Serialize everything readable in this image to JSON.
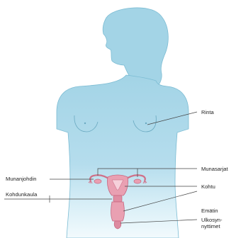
{
  "labels": {
    "breast": "Rinta",
    "ovaries": "Munasarjat",
    "fallopian_tube": "Munanjohdin",
    "uterus": "Kohtu",
    "cervix": "Kohdunkaula",
    "vagina": "Emätin",
    "external_genitalia_line1": "Ulkosyn-",
    "external_genitalia_line2": "nyttimet"
  },
  "colors": {
    "body_fill": "#a9d8e8",
    "body_fill_light": "#e8f5fa",
    "body_outline": "#6fb3cc",
    "organ_fill": "#e9a0b2",
    "organ_outline": "#c7667f",
    "label_text": "#222222",
    "leader_line": "#444444"
  }
}
